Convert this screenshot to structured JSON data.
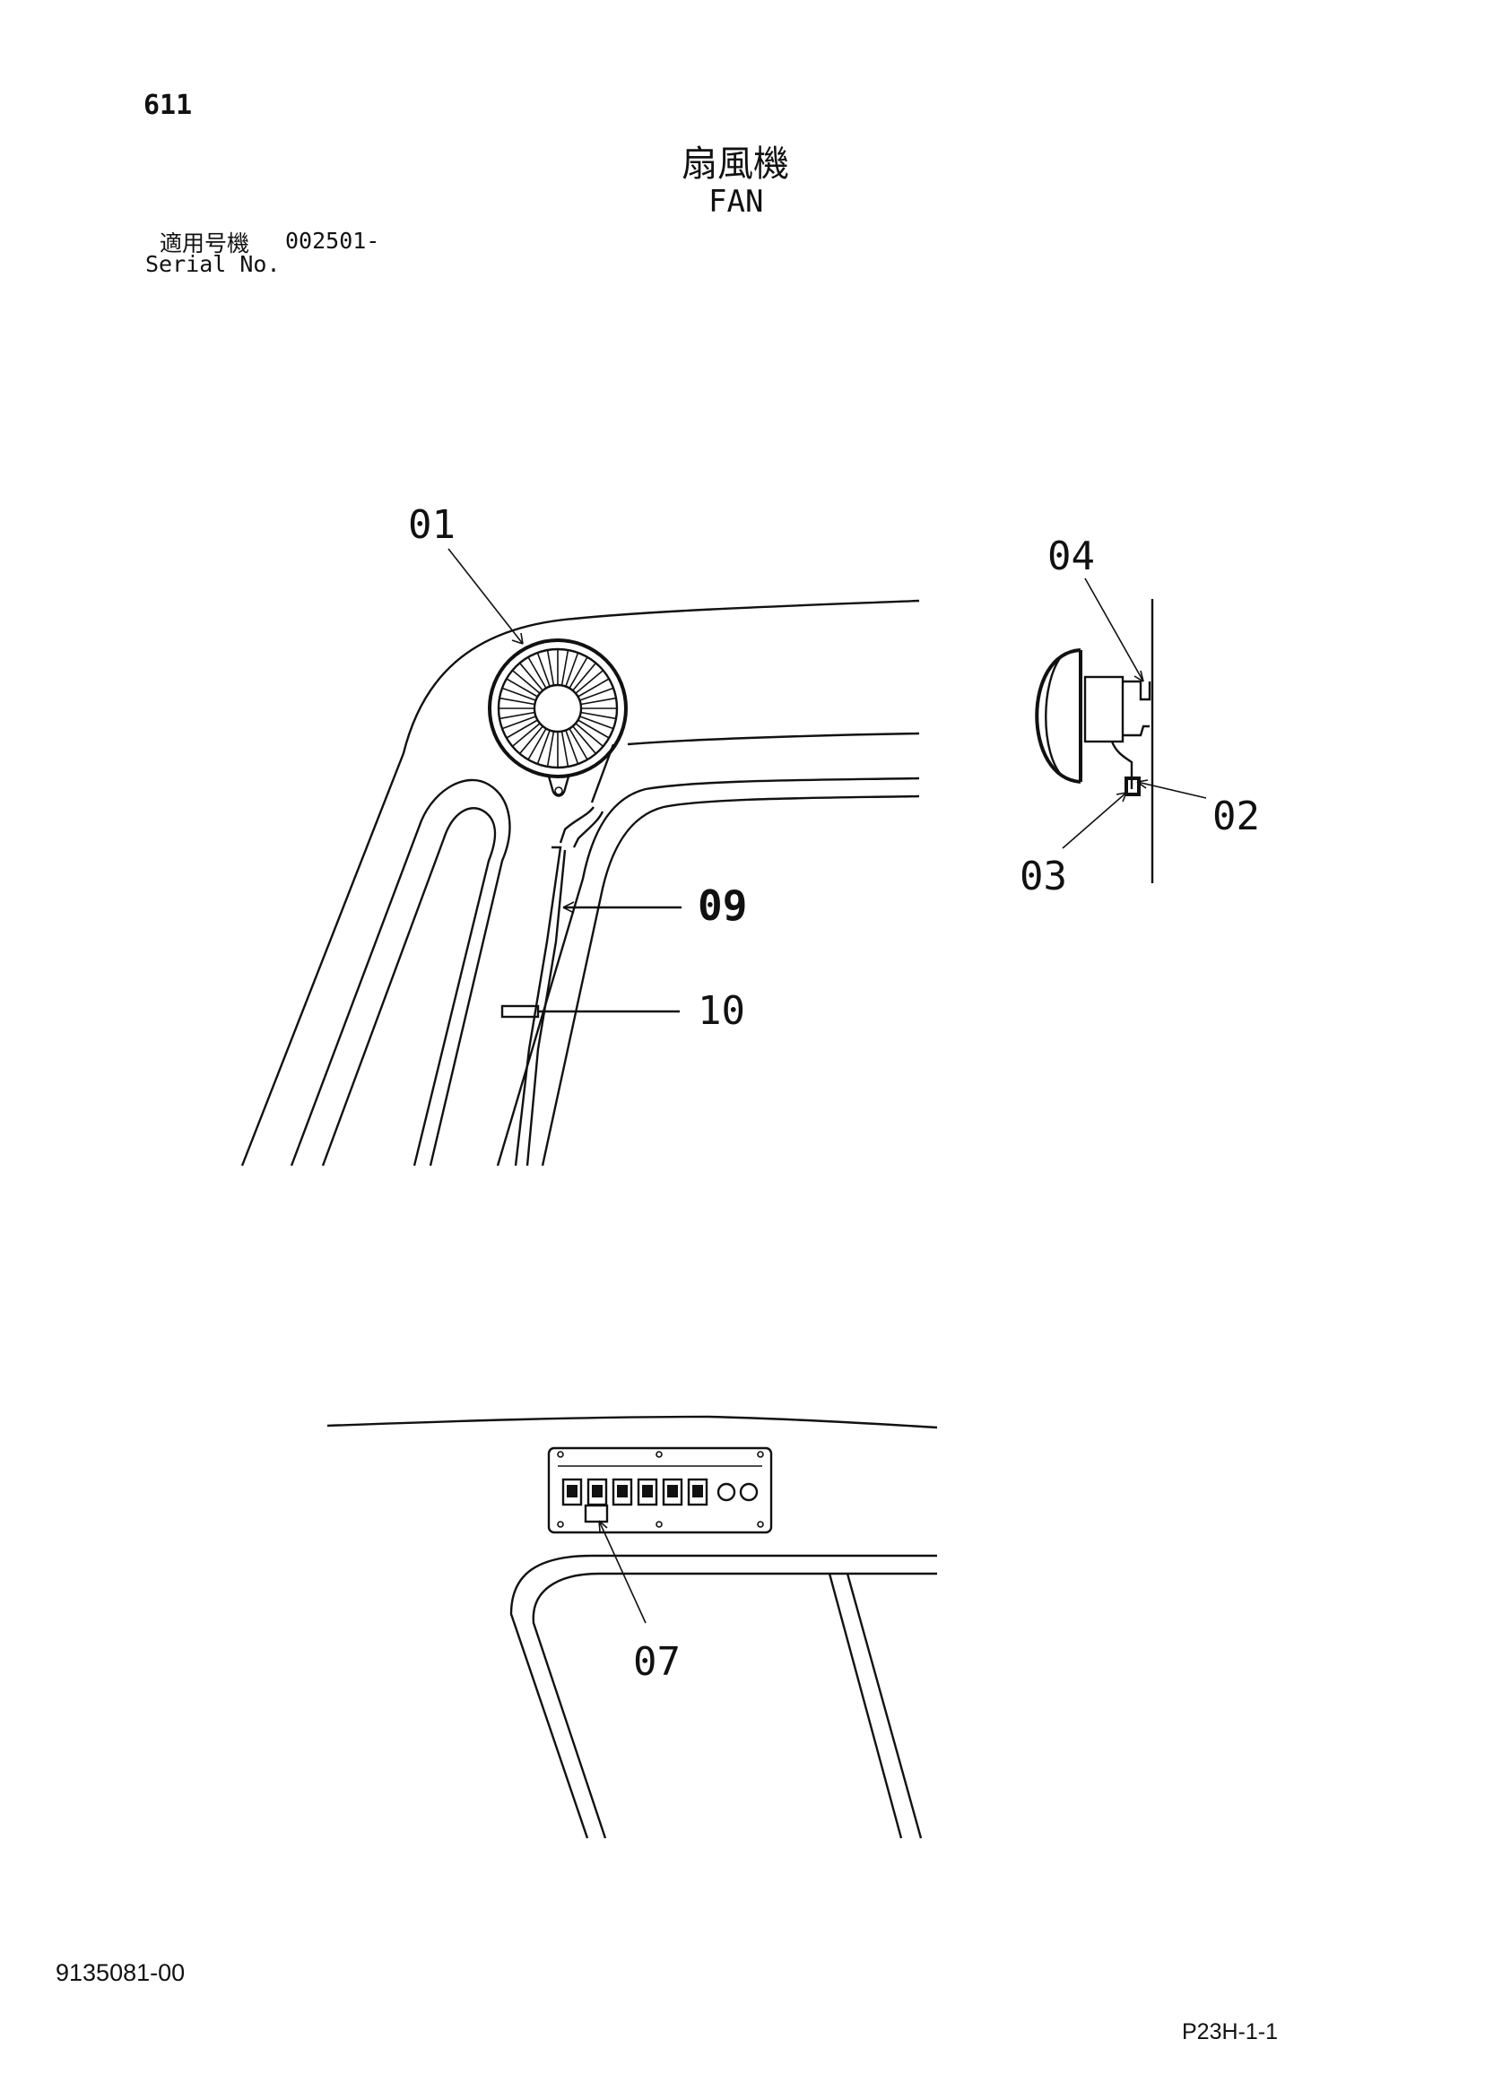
{
  "header": {
    "page_number": "611",
    "title_jp": "扇風機",
    "title_en": "FAN",
    "serial_label_jp": "適用号機",
    "serial_value": "002501-",
    "serial_label_en": "Serial No."
  },
  "callouts": {
    "c01": "01",
    "c02": "02",
    "c03": "03",
    "c04": "04",
    "c07": "07",
    "c09": "09",
    "c10": "10"
  },
  "footer": {
    "doc_number": "9135081-00",
    "page_code": "P23H-1-1"
  }
}
